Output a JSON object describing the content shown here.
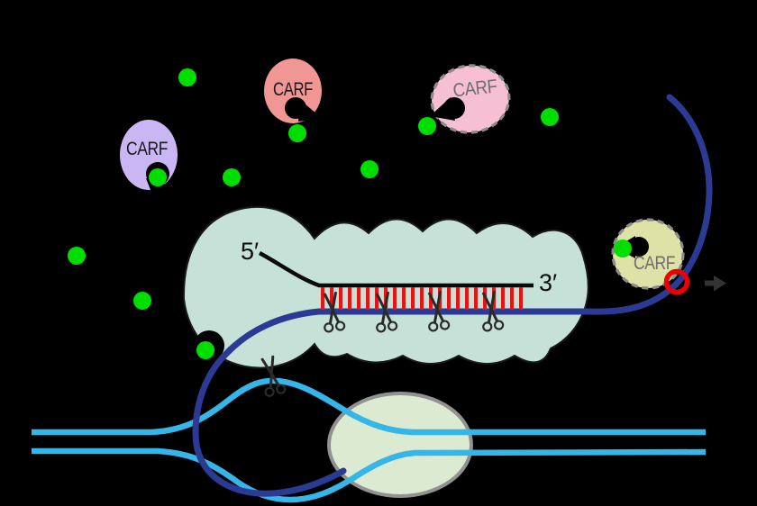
{
  "background": "#000000",
  "labels": {
    "five_prime": "5′",
    "three_prime": "3′"
  },
  "carf_domains": [
    {
      "label": "CARF",
      "fill": "#F09694",
      "outline_style": "solid",
      "label_color": "#1A1A1A"
    },
    {
      "label": "CARF",
      "fill": "#CAB6F2",
      "outline_style": "solid",
      "label_color": "#1A1A1A"
    },
    {
      "label": "CARF",
      "fill": "#F7BFD3",
      "outline_style": "dashed",
      "label_color": "#6E6E6E"
    },
    {
      "label": "CARF",
      "fill": "#DEE2A6",
      "outline_style": "dashed",
      "label_color": "#6E6E6E"
    }
  ],
  "colors": {
    "cas_complex": "#C6E2D8",
    "cas_complex_outline": "#1A1A1A",
    "rna_polymerase_fill": "#DBEAD0",
    "rna_polymerase_outline": "#919191",
    "target_rna": "#2B3B94",
    "dna_strand": "#36B5E8",
    "base_pair_rungs": "#EE1111",
    "crrna": "#0A0A0A",
    "coa_dot": "#00DE00",
    "scissors": "#2A2A2A",
    "cleavage_ring": "#EE0000",
    "exit_arrow": "#333333",
    "dashed_outline": "#8C8C8C",
    "mouth_notch": "#000000"
  },
  "counts": {
    "carf_proteins": 4,
    "coa_dots": 11,
    "scissors": 5,
    "base_pair_rungs": 22
  },
  "icons": {
    "scissors_icon": "✂",
    "exit_arrow_icon": "→",
    "red_ring_icon": "○"
  }
}
